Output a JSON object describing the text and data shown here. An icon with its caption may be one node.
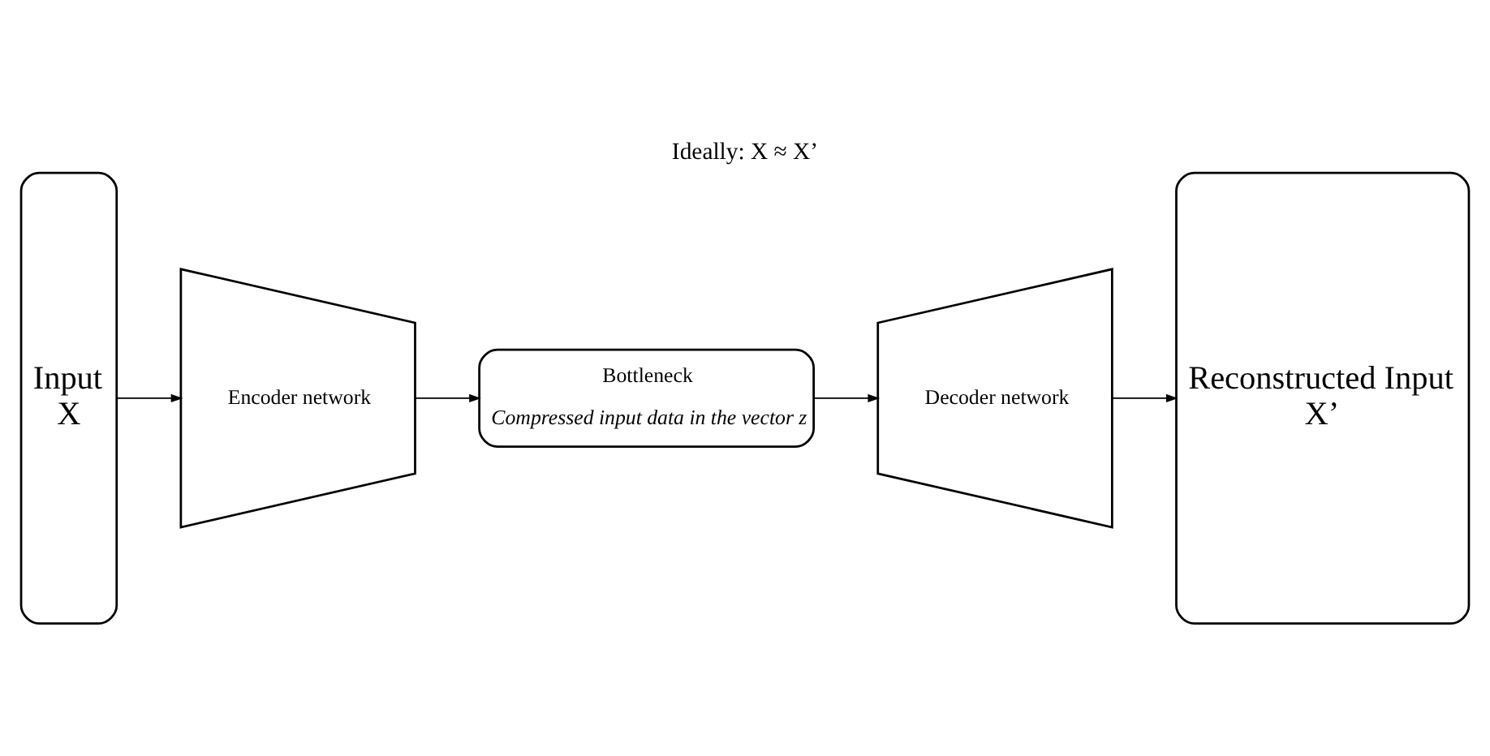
{
  "diagram": {
    "title": "Ideally: X ≈ X’",
    "nodes": [
      {
        "text": [
          "Input",
          "X"
        ]
      },
      {
        "text": [
          "Encoder network"
        ]
      },
      {
        "text": [
          "Bottleneck",
          "Compressed input data in the vector z"
        ]
      },
      {
        "text": [
          "Decoder network"
        ]
      },
      {
        "text": [
          "Reconstructed Input",
          "X’"
        ]
      }
    ],
    "edges": [
      {
        "from": 0,
        "to": 1,
        "arrow": "to"
      },
      {
        "from": 1,
        "to": 2,
        "arrow": "to"
      },
      {
        "from": 2,
        "to": 3,
        "arrow": "to"
      },
      {
        "from": 3,
        "to": 4,
        "arrow": "to"
      }
    ]
  }
}
